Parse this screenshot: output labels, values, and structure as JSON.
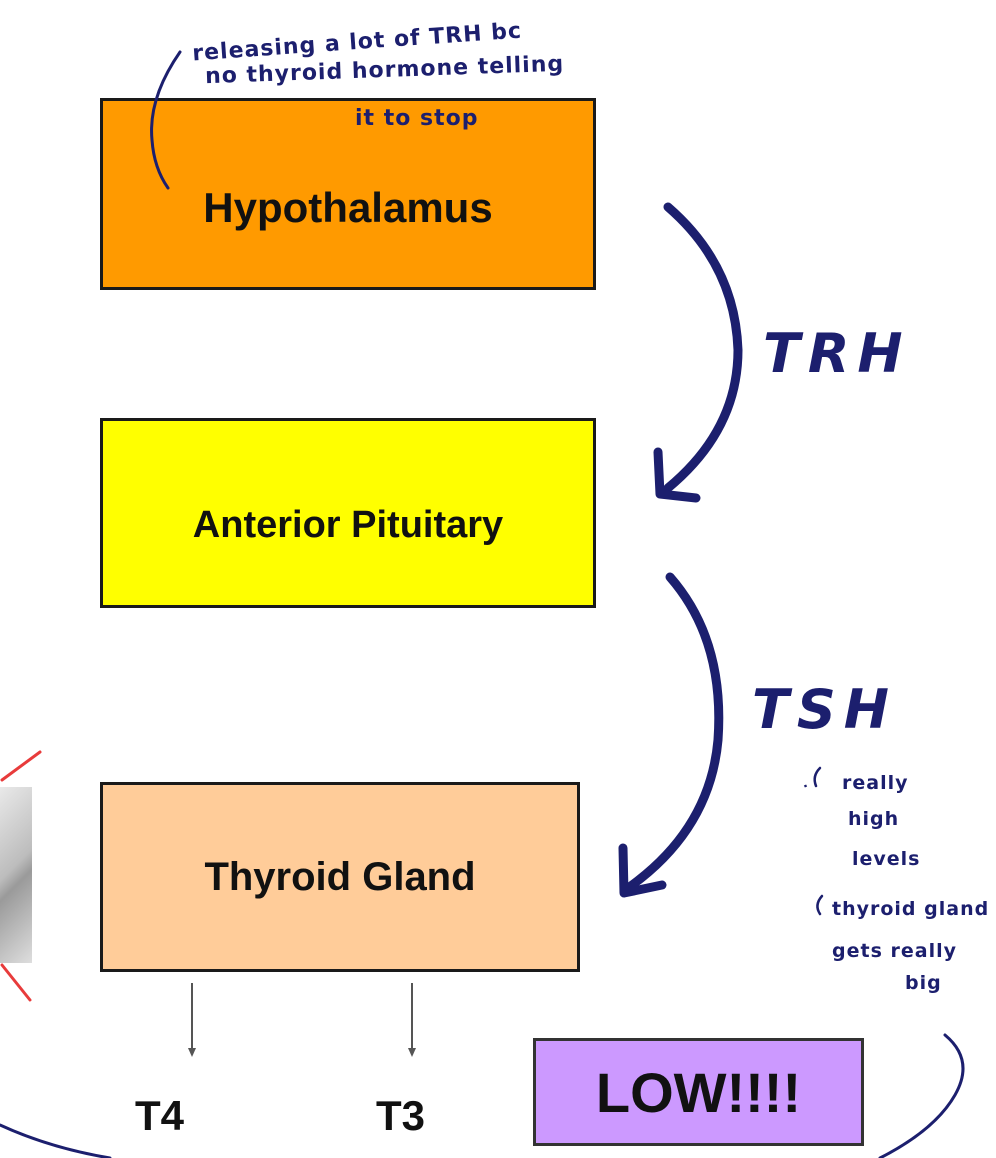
{
  "boxes": {
    "hypothalamus": {
      "label": "Hypothalamus",
      "color": "#ff9a00"
    },
    "anterior_pituitary": {
      "label": "Anterior Pituitary",
      "color": "#ffff00"
    },
    "thyroid_gland": {
      "label": "Thyroid Gland",
      "color": "#ffcc99"
    },
    "low": {
      "label": "LOW!!!!",
      "color": "#cc99ff"
    }
  },
  "outputs": {
    "t4": "T4",
    "t3": "T3"
  },
  "handwriting": {
    "top_note": [
      "releasing a lot of TRH bc",
      "no thyroid hormone telling",
      "it to stop"
    ],
    "trh": "TRH",
    "tsh": "TSH",
    "side_note": [
      "really",
      "high",
      "levels",
      "thyroid gland",
      "gets really",
      "big"
    ]
  },
  "colors": {
    "ink": "#1c1f6e",
    "red_mark": "#e83b3b",
    "border": "#1a1a1a"
  }
}
